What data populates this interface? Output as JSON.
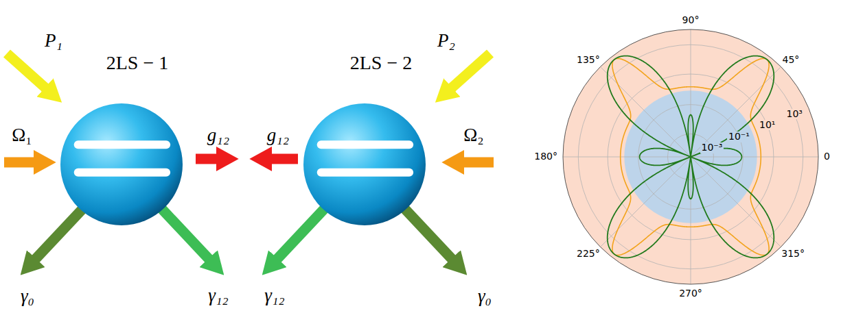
{
  "diagram": {
    "nodes": [
      {
        "text": [
          "2LS − 1"
        ]
      },
      {
        "text": [
          "2LS − 2"
        ]
      }
    ],
    "labels": [
      "P₁",
      "Ω₁",
      "g₁₂",
      "g₁₂",
      "Ω₂",
      "P₂",
      "γ₀",
      "γ₁₂",
      "γ₁₂",
      "γ₀",
      "90°",
      "135°",
      "45°",
      "180°",
      "0",
      "225°",
      "315°",
      "270°",
      "10³",
      "10¹",
      "10⁻¹",
      "10⁻³"
    ]
  }
}
